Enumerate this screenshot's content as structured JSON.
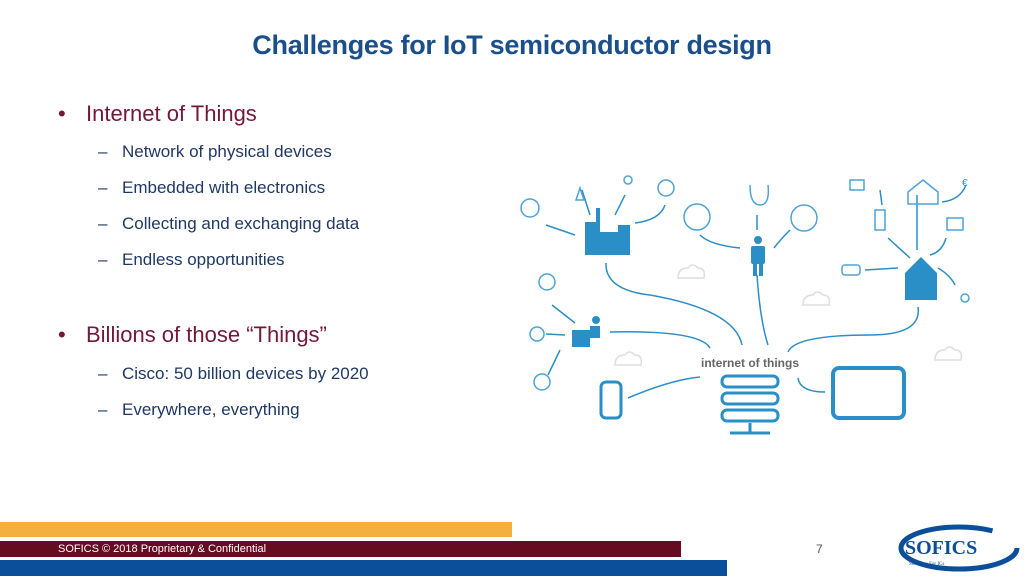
{
  "title": "Challenges for IoT semiconductor design",
  "bullets": [
    {
      "label": "Internet of Things",
      "subs": [
        "Network of physical devices",
        "Embedded with electronics",
        "Collecting and exchanging data",
        "Endless opportunities"
      ]
    },
    {
      "label": "Billions of those “Things”",
      "subs": [
        "Cisco: 50 billion devices by 2020",
        "Everywhere, everything"
      ]
    }
  ],
  "diagram": {
    "center_label": "internet of things"
  },
  "footer": {
    "text": "SOFICS © 2018 Proprietary & Confidential",
    "page": "7",
    "logo": "SOFICS",
    "logo_tagline": "Solutions For ICs"
  },
  "colors": {
    "title": "#1b4f8a",
    "bullet": "#74183a",
    "sub": "#1f3864",
    "icon": "#2a8fc7",
    "orange": "#f4b03e",
    "maroon": "#650b22",
    "blue": "#0b4f9a"
  }
}
